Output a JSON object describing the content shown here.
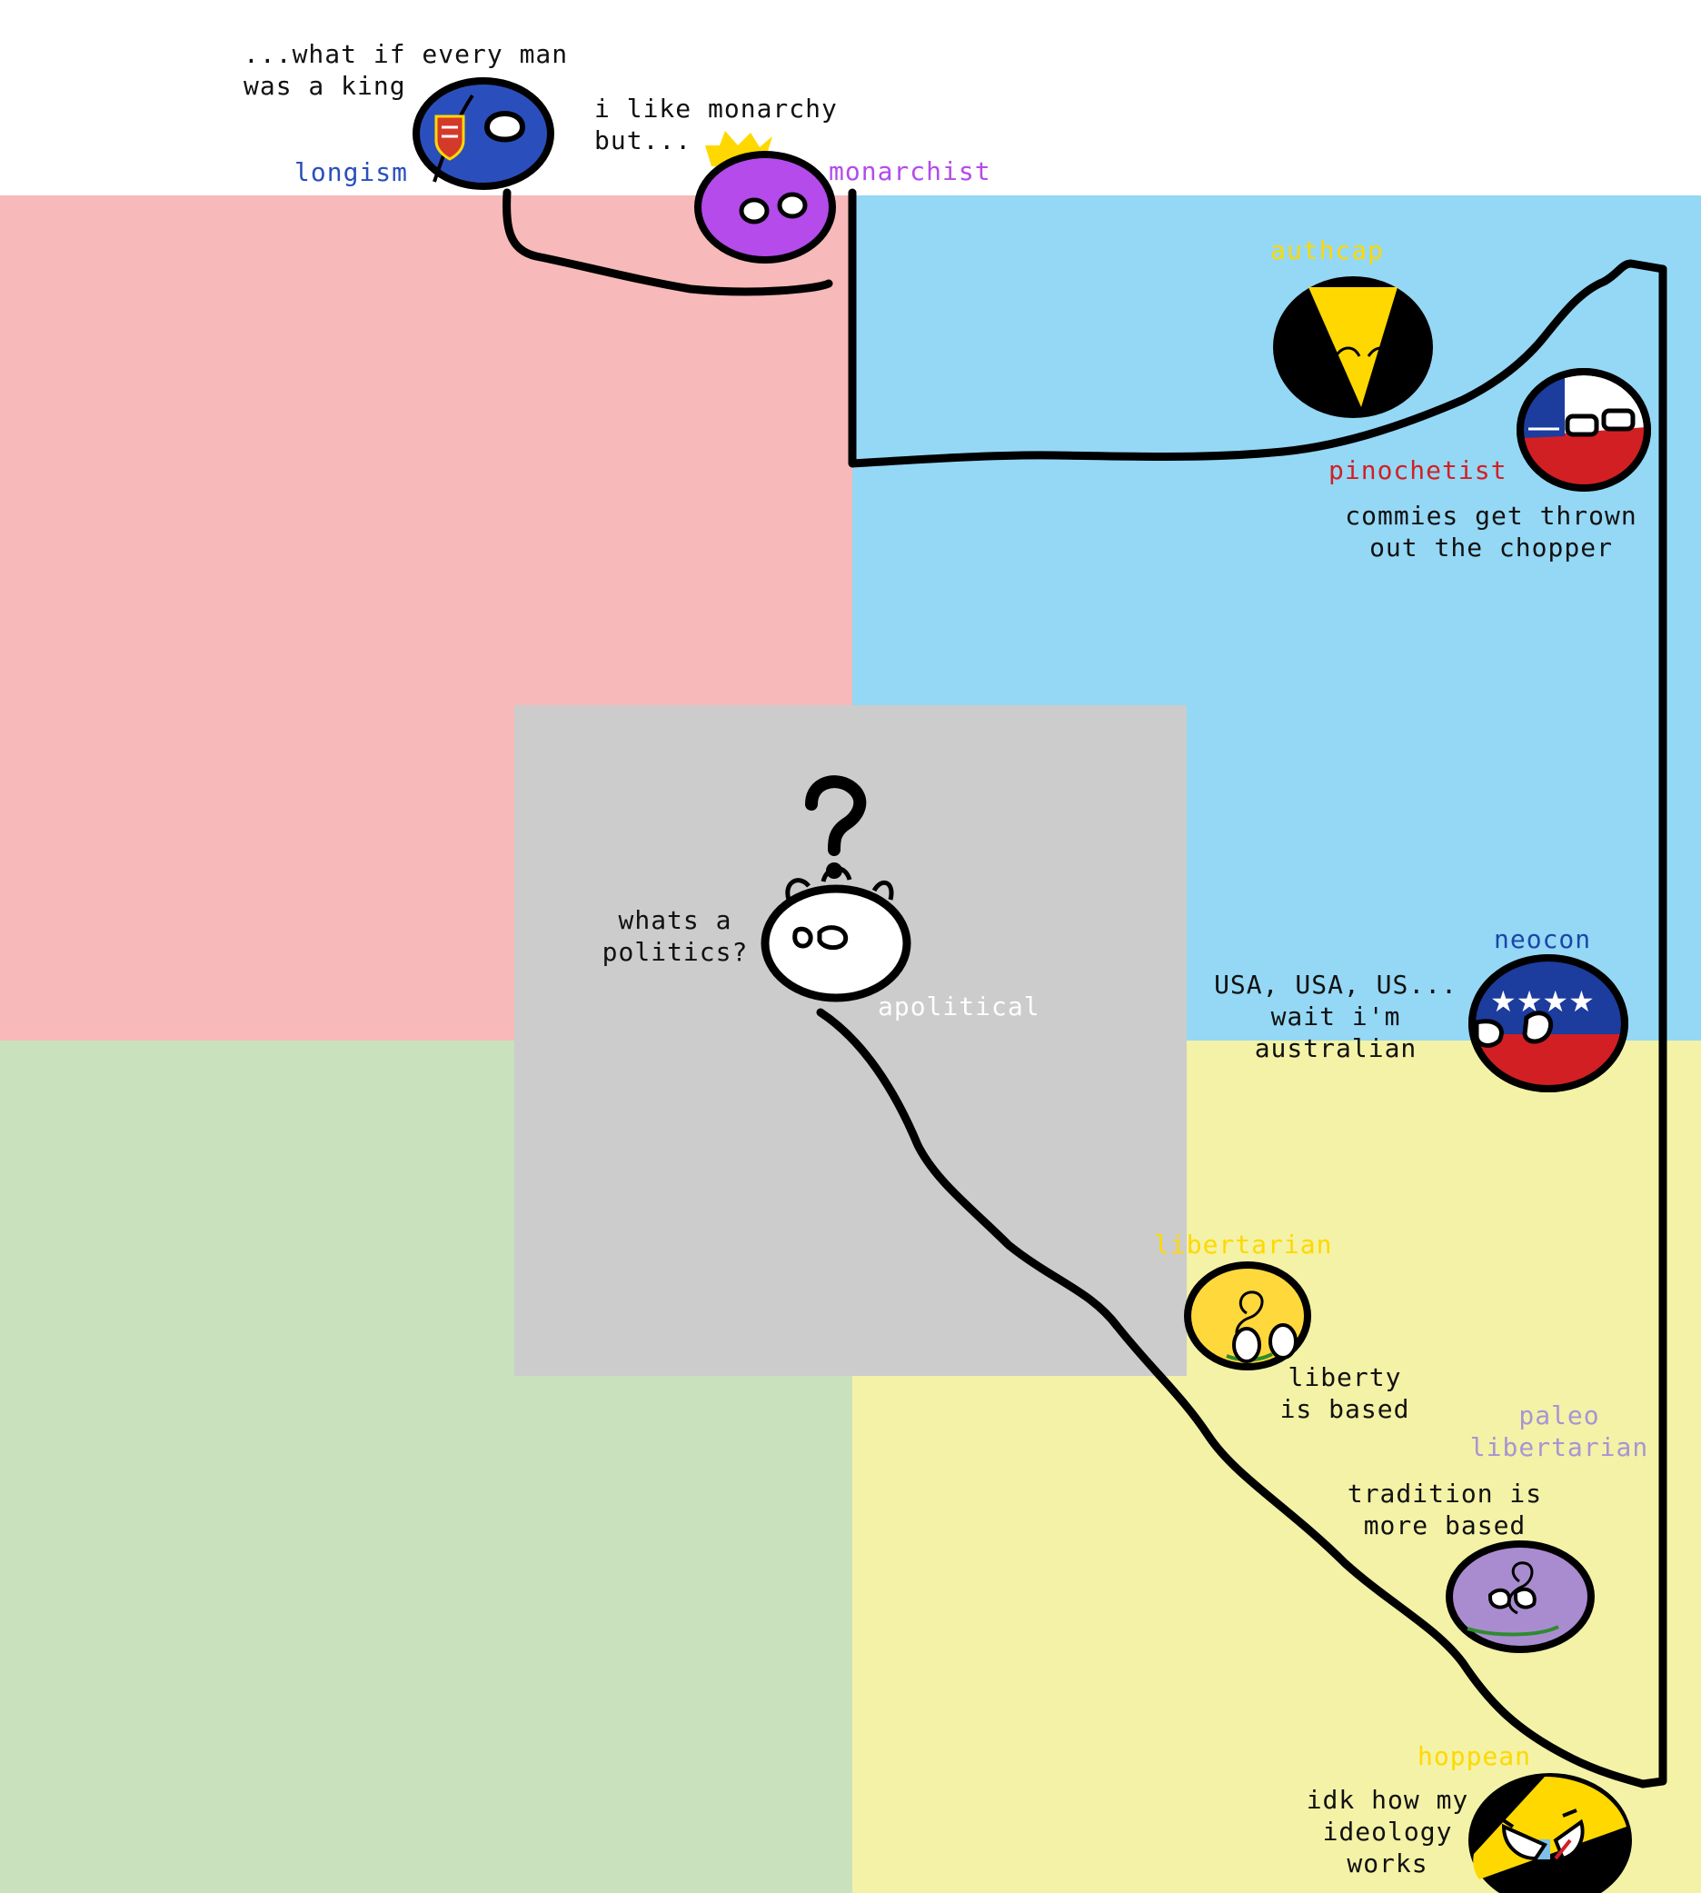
{
  "colors": {
    "auth_left": "#f7b9b9",
    "auth_right": "#94d8f5",
    "lib_left": "#c9e2bd",
    "lib_right": "#f3f2a6",
    "center": "#cccccc",
    "line": "#000000"
  },
  "characters": [
    {
      "id": "longism",
      "label": "longism",
      "label_color": "#2a4fbd",
      "speech": "...what if every man\nwas a king",
      "ball_color": "#2a4fbd",
      "icon": "longism-ball-icon"
    },
    {
      "id": "monarchist",
      "label": "monarchist",
      "label_color": "#b44bea",
      "speech": "i like monarchy\nbut...",
      "ball_color": "#b44bea",
      "icon": "monarchist-ball-icon"
    },
    {
      "id": "authcap",
      "label": "authcap",
      "label_color": "#ffd800",
      "speech": "",
      "ball_color": "#ffd800",
      "icon": "authcap-ball-icon"
    },
    {
      "id": "pinochetist",
      "label": "pinochetist",
      "label_color": "#d21f24",
      "speech": "commies get thrown\nout the chopper",
      "ball_color": "#d21f24",
      "icon": "pinochetist-ball-icon"
    },
    {
      "id": "apolitical",
      "label": "apolitical",
      "label_color": "#ffffff",
      "speech": "whats a\npolitics?",
      "ball_color": "#ffffff",
      "icon": "apolitical-ball-icon"
    },
    {
      "id": "neocon",
      "label": "neocon",
      "label_color": "#1c46a8",
      "speech": "USA, USA, US...\nwait i'm\naustralian",
      "ball_color": "#1c3c9e",
      "icon": "neocon-ball-icon"
    },
    {
      "id": "libertarian",
      "label": "libertarian",
      "label_color": "#ffd800",
      "speech": "liberty\nis based",
      "ball_color": "#ffd83b",
      "icon": "libertarian-ball-icon"
    },
    {
      "id": "paleolibertarian",
      "label": "paleo\nlibertarian",
      "label_color": "#a994d4",
      "speech": "tradition is\nmore based",
      "ball_color": "#a98ccf",
      "icon": "paleolibertarian-ball-icon"
    },
    {
      "id": "hoppean",
      "label": "hoppean",
      "label_color": "#ffd800",
      "speech": "idk how my\nideology\nworks",
      "ball_color": "#ffd800",
      "icon": "hoppean-ball-icon"
    }
  ]
}
